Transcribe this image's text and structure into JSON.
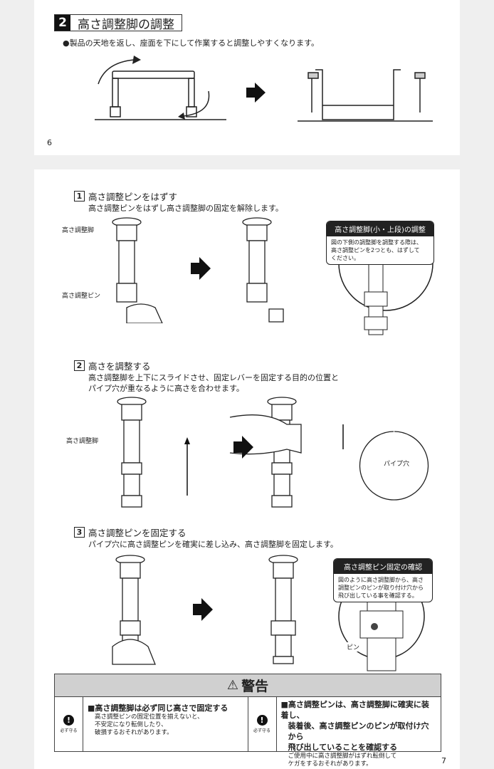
{
  "page6": {
    "section_number": "2",
    "section_title": "高さ調整脚の調整",
    "note": "●製品の天地を返し、座面を下にして作業すると調整しやすくなります。",
    "page_number": "6"
  },
  "page7": {
    "steps": [
      {
        "number": "1",
        "title": "高さ調整ピンをはずす",
        "desc": [
          "高さ調整ピンをはずし高さ調整脚の固定を解除します。"
        ],
        "labels": [
          "高さ調整脚",
          "高さ調整ピン"
        ]
      },
      {
        "number": "2",
        "title": "高さを調整する",
        "desc": [
          "高さ調整脚を上下にスライドさせ、固定レバーを固定する目的の位置と",
          "パイプ穴が重なるように高さを合わせます。"
        ],
        "labels": [
          "高さ調整脚",
          "パイプ穴"
        ]
      },
      {
        "number": "3",
        "title": "高さ調整ピンを固定する",
        "desc": [
          "パイプ穴に高さ調整ピンを確実に差し込み、高さ調整脚を固定します。"
        ],
        "labels": [
          "ピン"
        ]
      }
    ],
    "callouts": [
      {
        "title": "高さ調整脚(小・上段)の調整",
        "body": [
          "図の下側の調整脚を調整する際は、",
          "高さ調整ピンを2つとも、はずして",
          "ください。"
        ]
      },
      {
        "title": "高さ調整ピン固定の確認",
        "body": [
          "図のように高さ調整脚から、高さ",
          "調整ピンのピンが取り付け穴から",
          "飛び出している事を確認する。"
        ]
      }
    ],
    "warning": {
      "title": "警告",
      "icon_label": "必ず守る",
      "items": [
        {
          "heading": [
            "■高さ調整脚は必ず同じ高さで固定する"
          ],
          "body": [
            "高さ調整ピンの固定位置を揃えないと、",
            "不安定になり転倒したり、",
            "破損するおそれがあります。"
          ]
        },
        {
          "heading": [
            "■高さ調整ピンは、高さ調整脚に確実に装着し、",
            "装着後、高さ調整ピンのピンが取付け穴から",
            "飛び出していることを確認する"
          ],
          "body": [
            "ご使用中に高さ調整脚がはずれ転倒して",
            "ケガをするおそれがあります。"
          ]
        }
      ]
    },
    "page_number": "7"
  }
}
